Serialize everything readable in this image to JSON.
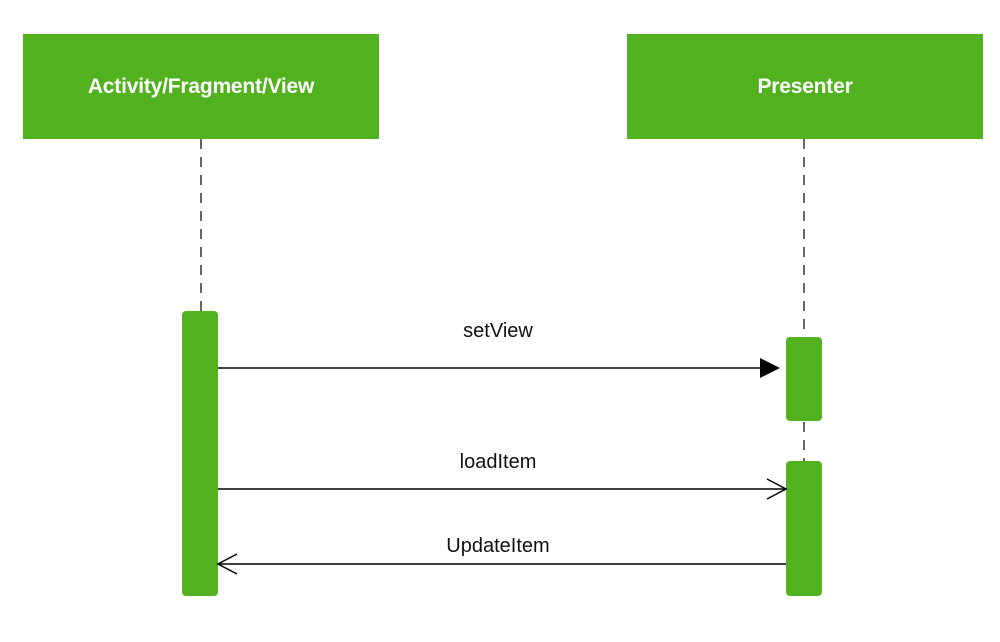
{
  "colors": {
    "accent": "#52b11e",
    "line": "#000000",
    "label_text": "#ffffff"
  },
  "participants": [
    {
      "id": "view",
      "label": "Activity/Fragment/View"
    },
    {
      "id": "presenter",
      "label": "Presenter"
    }
  ],
  "messages": [
    {
      "label": "setView",
      "from": "view",
      "to": "presenter",
      "arrow": "filled"
    },
    {
      "label": "loadItem",
      "from": "view",
      "to": "presenter",
      "arrow": "open"
    },
    {
      "label": "UpdateItem",
      "from": "presenter",
      "to": "view",
      "arrow": "open"
    }
  ]
}
